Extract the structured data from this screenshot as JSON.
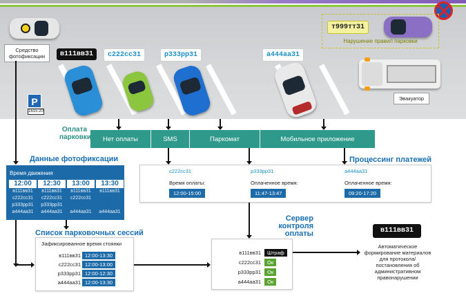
{
  "colors": {
    "teal": "#2f9a8c",
    "blue_panel": "#1c6aa8",
    "title_blue": "#1a6fb3",
    "ok_green": "#5aa332",
    "fine_black": "#111111",
    "violation_yellow": "#c7c22a"
  },
  "scene": {
    "camera_label": "Средство фотофиксации",
    "tow_label": "Эвакуатор",
    "violation_plate": "т999тт31",
    "violation_text": "Нарушение правил парковки",
    "p_sign": "P",
    "p_sign_sub": "1615:20",
    "cars": [
      {
        "plate": "в111вв31",
        "style": "dark",
        "color": "#2a8fd6"
      },
      {
        "plate": "с222сс31",
        "style": "light",
        "color": "#8cc63f"
      },
      {
        "plate": "р333рр31",
        "style": "light",
        "color": "#1f6fd0"
      },
      {
        "plate": "а444аа31",
        "style": "light",
        "color": "#e9e9e9"
      }
    ],
    "icons": [
      "camera-car-icon",
      "no-parking-sign-icon",
      "parking-sign-icon",
      "tow-truck-icon",
      "violating-car-icon"
    ]
  },
  "payment": {
    "title": "Оплата парковки",
    "methods": [
      "Нет оплаты",
      "SMS",
      "Паркомат",
      "Мобильное приложение"
    ]
  },
  "photo_data": {
    "title": "Данные фотофиксации",
    "header": "Время движения",
    "columns": [
      {
        "time": "12:00",
        "plates": [
          "в111вв31",
          "с222сс31",
          "р333рр31",
          "а444аа31"
        ]
      },
      {
        "time": "12:30",
        "plates": [
          "в111вв31",
          "с222сс31",
          "р333рр31",
          "а444аа31"
        ]
      },
      {
        "time": "13:00",
        "plates": [
          "в111вв31",
          "с222сс31",
          "а444аа31"
        ]
      },
      {
        "time": "13:30",
        "plates": [
          "в111вв31",
          "а444аа31"
        ]
      }
    ]
  },
  "processing": {
    "title": "Процессинг платежей",
    "items": [
      {
        "plate": "с222сс31",
        "label": "Время оплаты:",
        "value": "12:00-15:00"
      },
      {
        "plate": "р333рр31",
        "label": "Оплаченное время:",
        "value": "11:47-13:47"
      },
      {
        "plate": "а444аа31",
        "label": "Оплаченное время:",
        "value": "09:20-17:20"
      }
    ]
  },
  "sessions": {
    "title": "Список парковочных сессий",
    "header": "Зафиксированное время стоянки",
    "rows": [
      {
        "plate": "в111вв31",
        "time": "12:00-13:30"
      },
      {
        "plate": "с222сс31",
        "time": "12:00-13:00"
      },
      {
        "plate": "р333рр31",
        "time": "12:00-12:30"
      },
      {
        "plate": "а444аа31",
        "time": "12:00-13:30"
      }
    ]
  },
  "server": {
    "title": "Сервер контроля оплаты",
    "rows": [
      {
        "plate": "в111вв31",
        "status": "Штраф",
        "kind": "fine"
      },
      {
        "plate": "с222сс31",
        "status": "Ок",
        "kind": "ok"
      },
      {
        "plate": "р333рр31",
        "status": "Ок",
        "kind": "ok"
      },
      {
        "plate": "а444аа31",
        "status": "Ок",
        "kind": "ok"
      }
    ]
  },
  "result": {
    "plate": "в111вв31",
    "text": "Автоматическое формирование материалов для протокола/постановления об административном правонарушении"
  }
}
